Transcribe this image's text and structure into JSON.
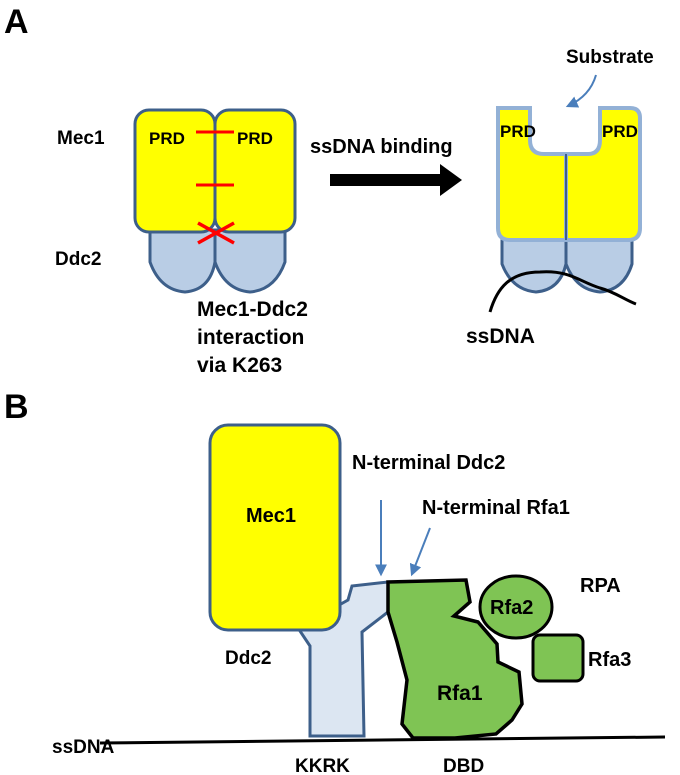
{
  "panel_a": {
    "label": "A",
    "mec1_label": "Mec1",
    "ddc2_label": "Ddc2",
    "prd_left": "PRD",
    "prd_right": "PRD",
    "prd_left_active": "PRD",
    "prd_right_active": "PRD",
    "arrow_label": "ssDNA binding",
    "substrate_label": "Substrate",
    "interaction_line1": "Mec1-Ddc2",
    "interaction_line2": "interaction",
    "interaction_line3": "via K263",
    "ssdna_label": "ssDNA"
  },
  "panel_b": {
    "label": "B",
    "mec1_label": "Mec1",
    "ddc2_label": "Ddc2",
    "n_term_ddc2": "N-terminal Ddc2",
    "n_term_rfa1": "N-terminal Rfa1",
    "rpa_label": "RPA",
    "rfa1_label": "Rfa1",
    "rfa2_label": "Rfa2",
    "rfa3_label": "Rfa3",
    "ssdna_label": "ssDNA",
    "kkrk_label": "KKRK",
    "dbd_label": "DBD"
  },
  "colors": {
    "mec1_fill": "#ffff00",
    "ddc2_fill": "#b9cde5",
    "ddc2_b_fill": "#dce6f2",
    "outline_blue": "#3d5f8a",
    "rpa_fill": "#7fc454",
    "marker_red": "#ff0000",
    "arrow_blue": "#4a7ebb"
  }
}
